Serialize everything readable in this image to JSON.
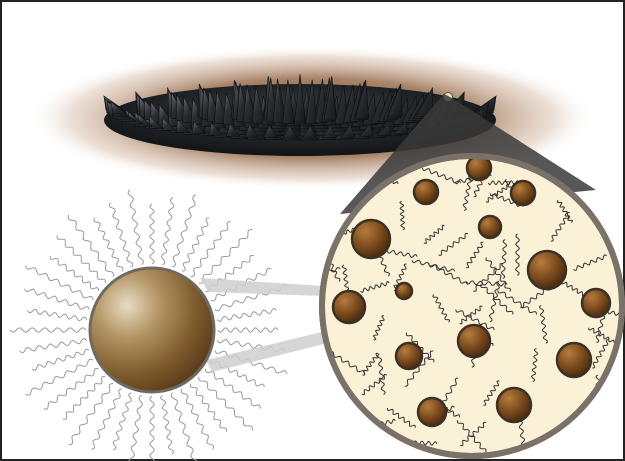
{
  "figure": {
    "subject": "ferrofluid",
    "panels": [
      "ferrofluid-spikes",
      "coated-nanoparticle",
      "magnified-fluid"
    ]
  },
  "colors": {
    "background": "#ffffff",
    "frame": "#222222",
    "fluid_halo": "#8a5a36",
    "spikes": "#2a2d31",
    "particle": "#8b6a3a",
    "particle_dark": "#5e3f1c",
    "particle_light": "#d9c7a4",
    "magnifier_fill": "#fbf1d6",
    "magnifier_edge": "#7a7268",
    "connector": "#c9c9c9",
    "chains": "#333333",
    "surfactant": "#9a9a9a"
  }
}
